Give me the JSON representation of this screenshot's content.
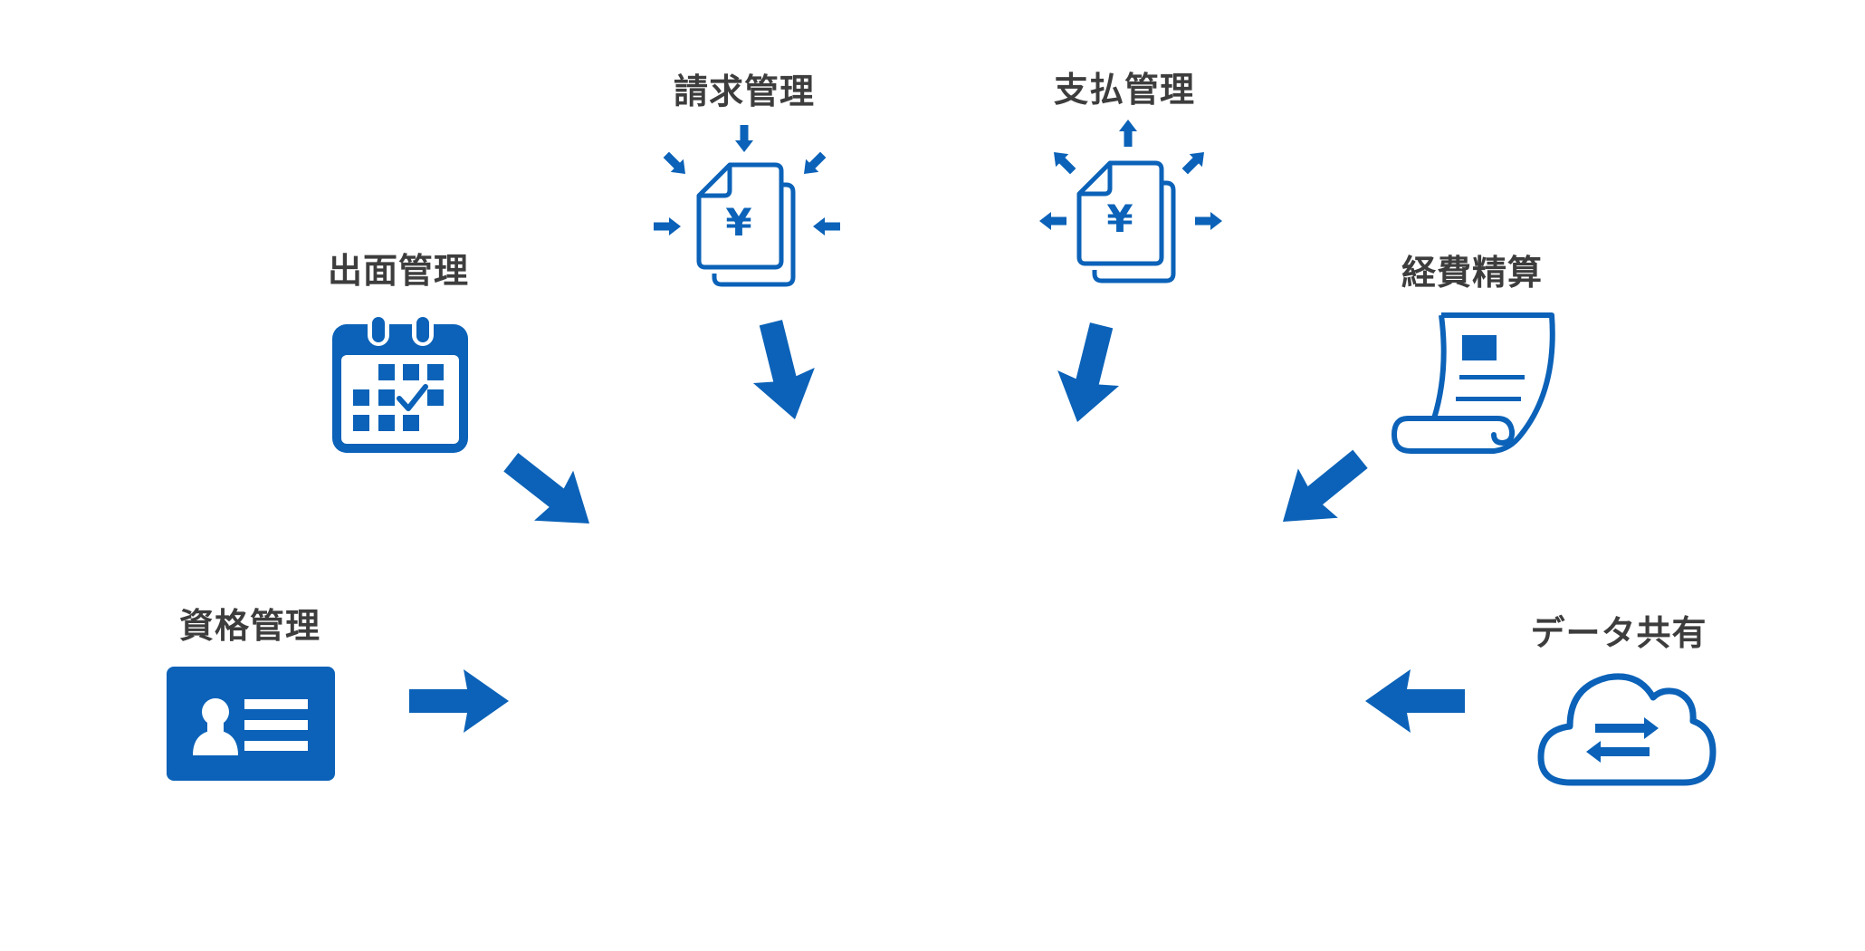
{
  "colors": {
    "accent": "#0b62b8",
    "text": "#3d3d3d",
    "background": "#ffffff"
  },
  "modules": {
    "attendance": {
      "label": "出面管理",
      "icon": "calendar-check-icon"
    },
    "billing": {
      "label": "請求管理",
      "icon": "invoice-yen-incoming-icon"
    },
    "payment": {
      "label": "支払管理",
      "icon": "invoice-yen-outgoing-icon"
    },
    "expense": {
      "label": "経費精算",
      "icon": "receipt-scroll-icon"
    },
    "qualification": {
      "label": "資格管理",
      "icon": "id-card-icon"
    },
    "data_sharing": {
      "label": "データ共有",
      "icon": "cloud-sync-icon"
    }
  }
}
